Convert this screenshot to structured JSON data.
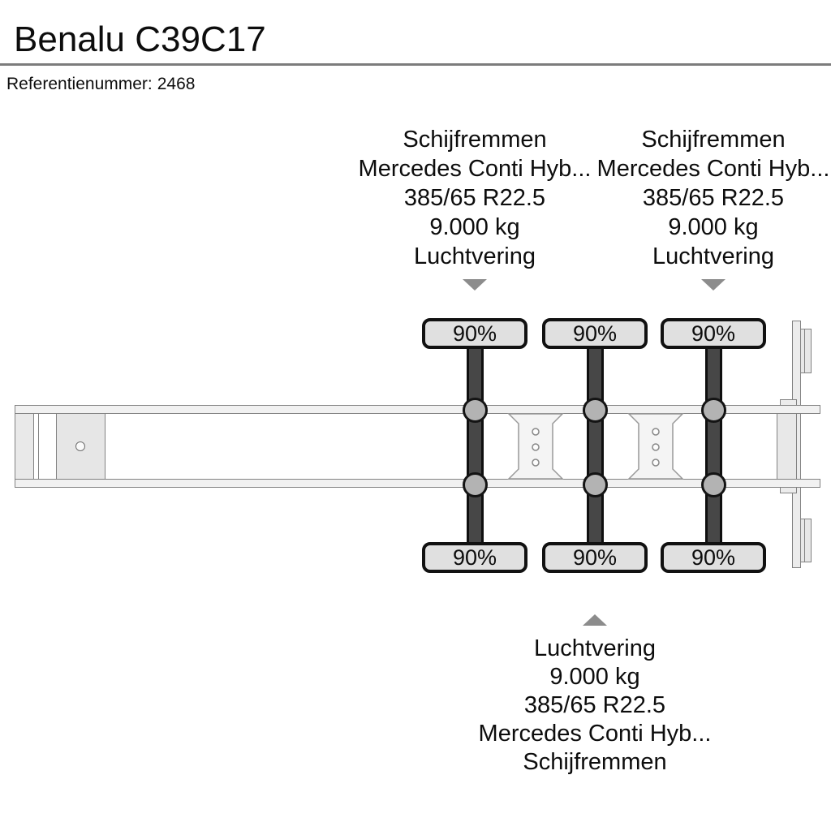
{
  "header": {
    "title": "Benalu C39C17",
    "reference_label": "Referentienummer:",
    "reference_value": "2468"
  },
  "annotations": {
    "axle1_top": {
      "lines": [
        "Schijfremmen",
        "Mercedes Conti Hyb...",
        "385/65 R22.5",
        "9.000 kg",
        "Luchtvering"
      ]
    },
    "axle3_top": {
      "lines": [
        "Schijfremmen",
        "Mercedes Conti Hyb...",
        "385/65 R22.5",
        "9.000 kg",
        "Luchtvering"
      ]
    },
    "axle2_bottom": {
      "lines": [
        "Luchtvering",
        "9.000 kg",
        "385/65 R22.5",
        "Mercedes Conti Hyb...",
        "Schijfremmen"
      ]
    }
  },
  "diagram": {
    "axle_count": 3,
    "tires": [
      "90%",
      "90%",
      "90%",
      "90%",
      "90%",
      "90%"
    ],
    "colors": {
      "tire_fill": "#e0e0e0",
      "tire_border": "#111111",
      "axle_shaft": "#474747",
      "suspension_circle": "#b3b3b3",
      "chassis_fill": "#f1f1f1",
      "chassis_outline": "#828282",
      "arrow_gray": "#8c8c8c"
    }
  }
}
